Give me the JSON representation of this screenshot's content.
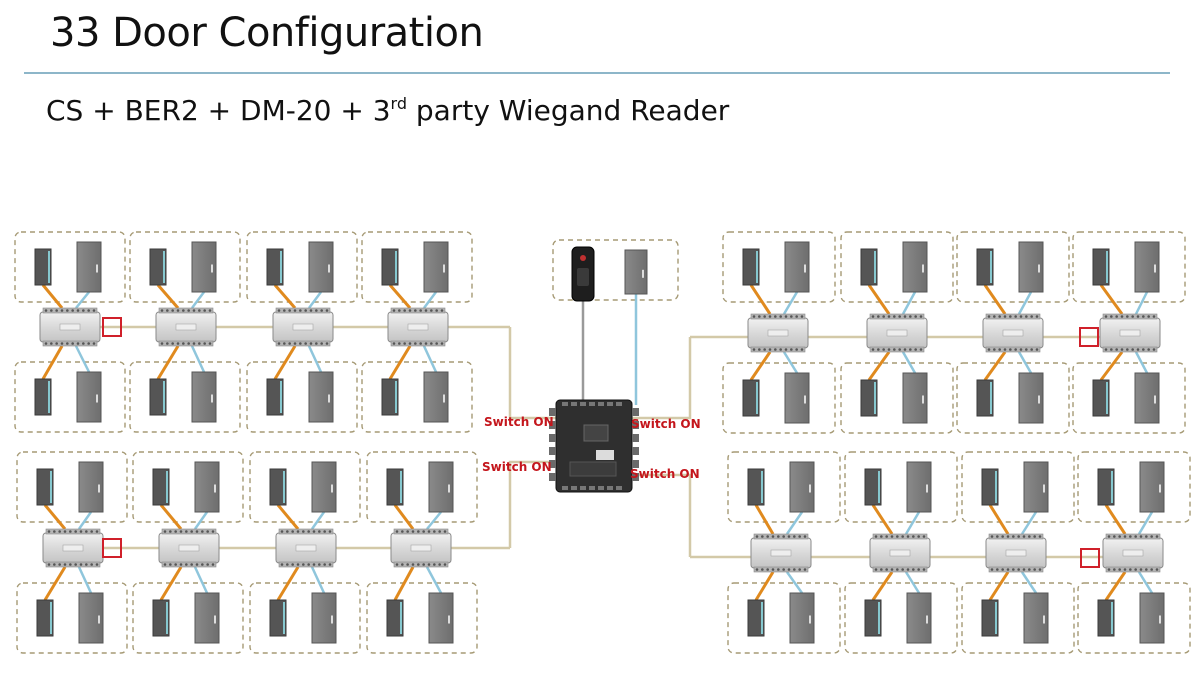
{
  "page": {
    "title": "33 Door Configuration",
    "subtitle_main": "CS + BER2 + DM-20 + 3",
    "subtitle_sup": "rd",
    "subtitle_rest": " party Wiegand Reader"
  },
  "switch_labels": [
    "Switch ON",
    "Switch ON",
    "Switch ON",
    "Switch ON"
  ],
  "colors": {
    "rule": "#8db6c9",
    "box_border": "#a69a75",
    "bus_cable": "#d3c9a8",
    "reader_cable": "#e08a1e",
    "door_cable": "#8fc6dc",
    "terminator": "#d0202a",
    "switch_text": "#c4161c"
  }
}
